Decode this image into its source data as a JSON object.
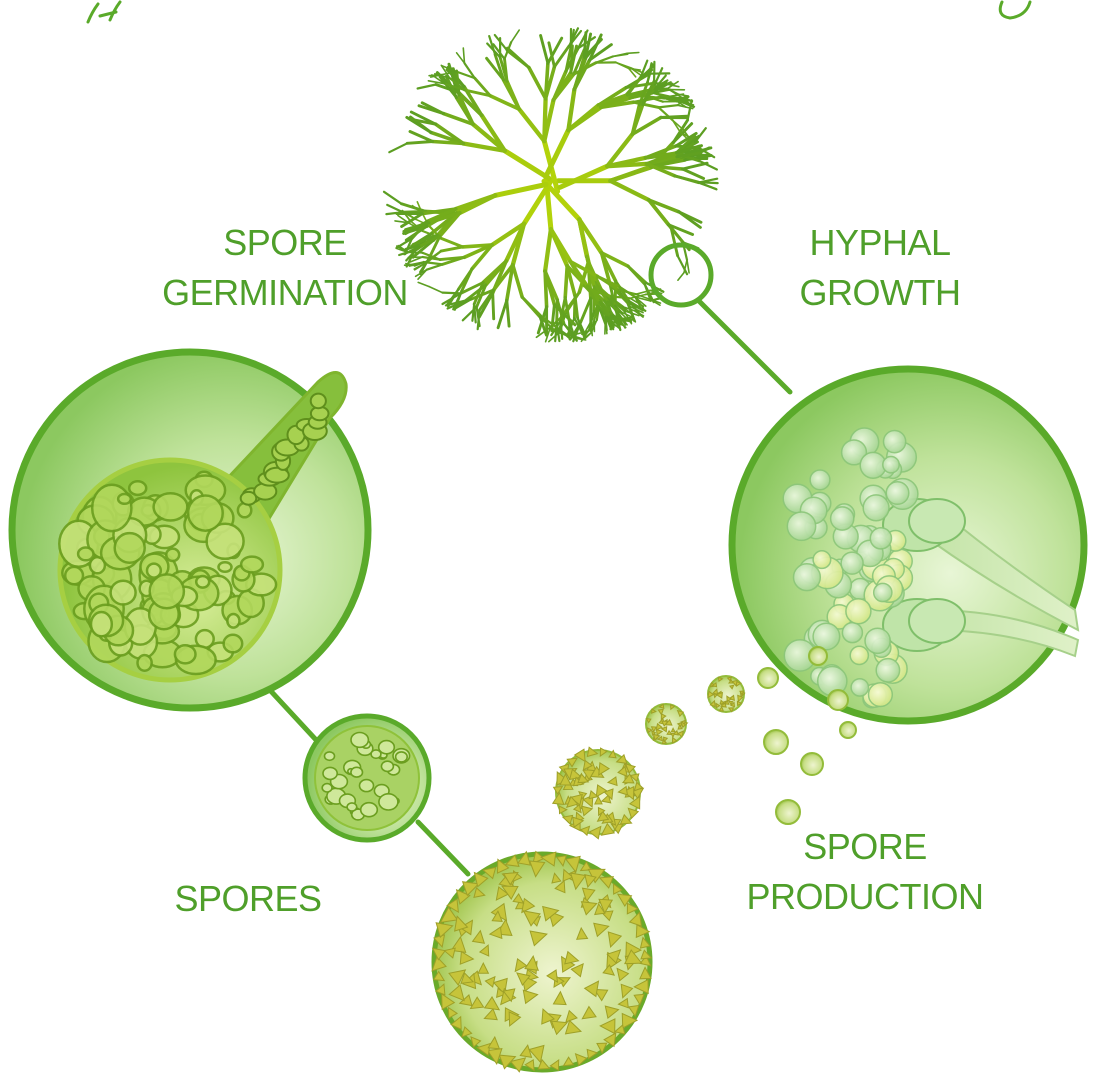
{
  "diagram": {
    "labels": {
      "spore_germination": [
        "SPORE",
        "GERMINATION"
      ],
      "hyphal_growth": [
        "HYPHAL",
        "GROWTH"
      ],
      "spores": [
        "SPORES"
      ],
      "spore_production": [
        "SPORE",
        "PRODUCTION"
      ]
    },
    "colors": {
      "label": "#4f9f2a",
      "ring": "#5aaa2a",
      "circle_fill": "#8cc860",
      "circle_light": "#e2f2cc",
      "hypha_dark": "#5c9e22",
      "hypha_light": "#d6e800",
      "spore_core": "#cfe48a",
      "spike": "#c6c43a"
    },
    "icons": [
      "mycelium",
      "germinating-spore",
      "conidiophore",
      "spore"
    ]
  }
}
